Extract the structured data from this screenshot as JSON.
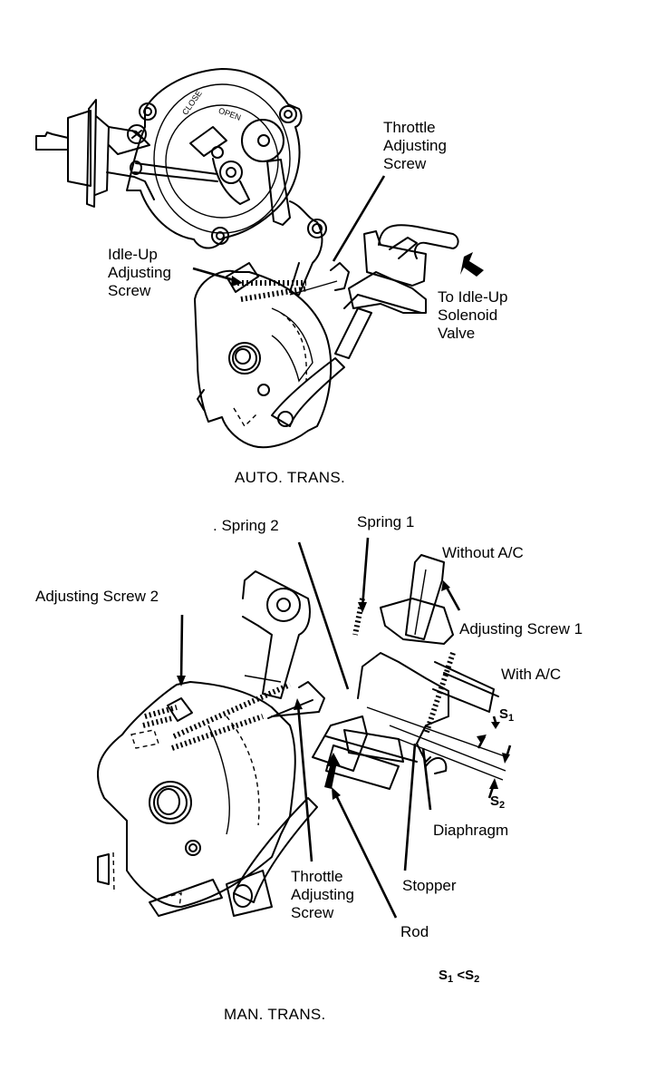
{
  "figure": {
    "top_diagram": {
      "caption": "AUTO. TRANS.",
      "labels": {
        "throttle_adjusting_screw": "Throttle\nAdjusting\nScrew",
        "idle_up_adjusting_screw": "Idle-Up\nAdjusting\nScrew",
        "to_idle_up_solenoid_valve": "To Idle-Up\nSolenoid\nValve",
        "close_marking": "CLOSE",
        "open_marking": "OPEN"
      }
    },
    "bottom_diagram": {
      "caption": "MAN. TRANS.",
      "labels": {
        "spring_2": ". Spring 2",
        "spring_1": "Spring 1",
        "without_ac": "Without A/C",
        "adjusting_screw_1": "Adjusting Screw 1",
        "adjusting_screw_2": "Adjusting Screw 2",
        "with_ac": "With A/C",
        "s1": "S",
        "s1_sub": "1",
        "s2": "S",
        "s2_sub": "2",
        "diaphragm": "Diaphragm",
        "stopper": "Stopper",
        "throttle_adjusting_screw": "Throttle\nAdjusting\nScrew",
        "rod": "Rod"
      },
      "relation": {
        "left": "S",
        "left_sub": "1",
        "operator": "<",
        "right": "S",
        "right_sub": "2"
      }
    }
  }
}
